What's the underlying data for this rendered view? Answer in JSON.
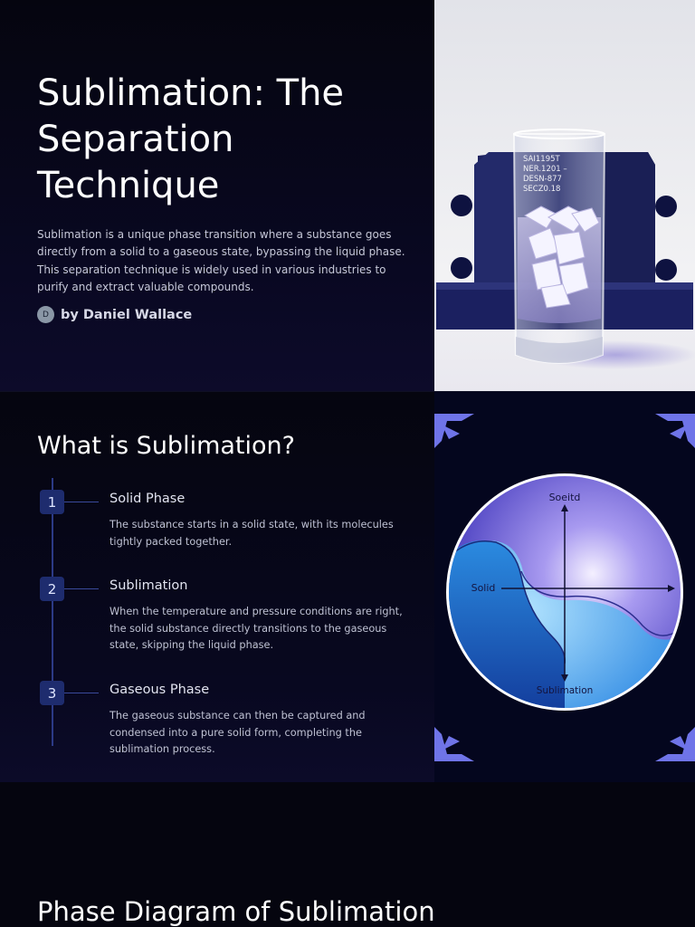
{
  "hero": {
    "title": "Sublimation: The Separation Technique",
    "intro": "Sublimation is a unique phase transition where a substance goes directly from a solid to a gaseous state, bypassing the liquid phase. This separation technique is widely used in various industries to purify and extract valuable compounds.",
    "avatar_initial": "D",
    "author": "by Daniel Wallace",
    "image_glass_labels": [
      "SAI1195T",
      "NER.1201 –",
      "DESN-877",
      "SECZ0.18"
    ]
  },
  "what": {
    "heading": "What is Sublimation?",
    "steps": [
      {
        "number": "1",
        "title": "Solid Phase",
        "desc": "The substance starts in a solid state, with its molecules tightly packed together."
      },
      {
        "number": "2",
        "title": "Sublimation",
        "desc": "When the temperature and pressure conditions are right, the solid substance directly transitions to the gaseous state, skipping the liquid phase."
      },
      {
        "number": "3",
        "title": "Gaseous Phase",
        "desc": "The gaseous substance can then be captured and condensed into a pure solid form, completing the sublimation process."
      }
    ],
    "diagram_labels": {
      "top": "Soeitd",
      "left": "Solid",
      "bottom": "Sublimation"
    }
  },
  "phase": {
    "heading": "Phase Diagram of Sublimation"
  },
  "colors": {
    "background": "#05050f",
    "accent": "#1e2c6e",
    "timeline": "#2c3a86"
  }
}
